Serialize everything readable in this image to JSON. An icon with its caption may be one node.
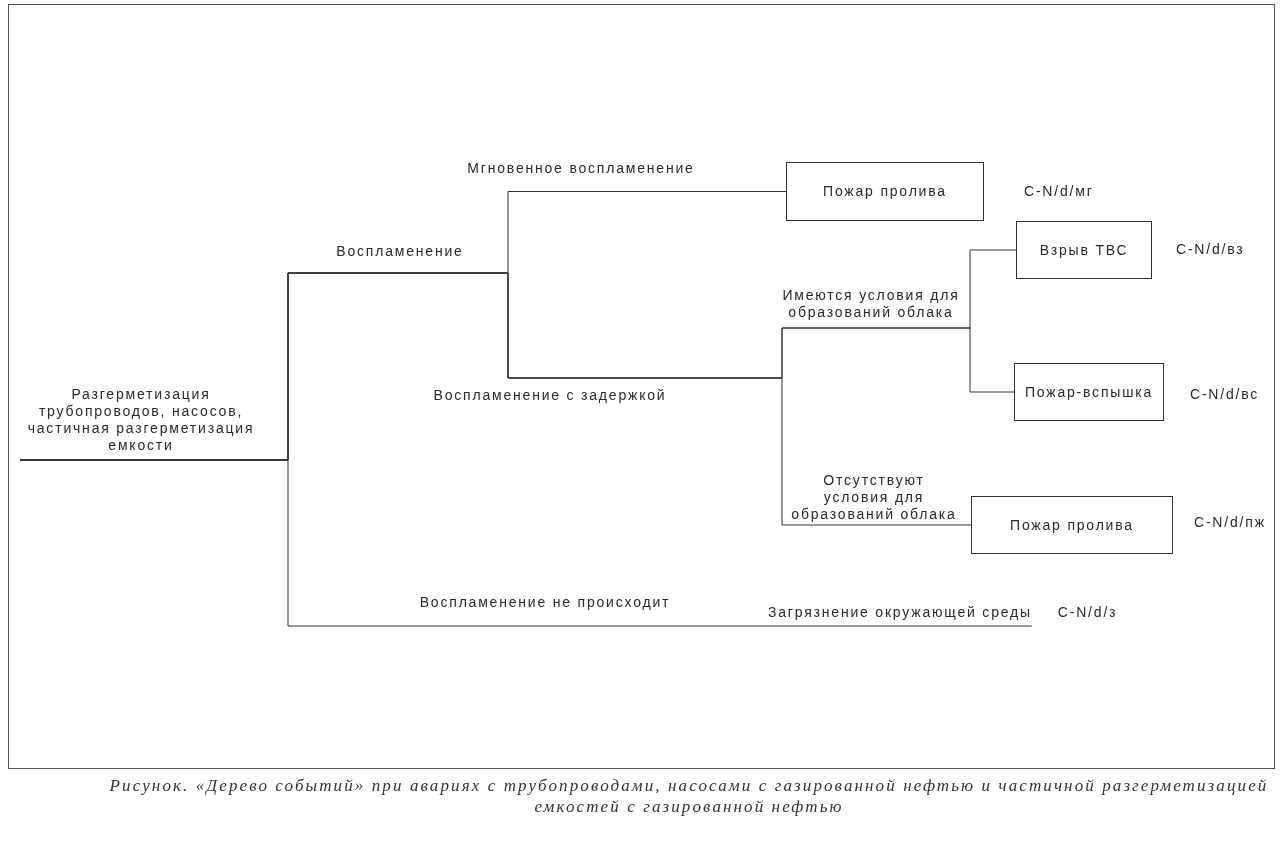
{
  "diagram": {
    "caption": "Рисунок. «Дерево событий» при авариях с трубопроводами, насосами с газированной нефтью и частичной разгерметизацией емкостей с газированной нефтью",
    "nodes": [
      {
        "text": [
          "Разгерметизация трубопроводов, насосов, частичная разгерметизация емкости"
        ]
      },
      {
        "text": [
          "Пожар пролива"
        ],
        "beside": [
          "C-N/d/мг"
        ]
      },
      {
        "text": [
          "Взрыв ТВС"
        ],
        "beside": [
          "C-N/d/вз"
        ]
      },
      {
        "text": [
          "Пожар-вспышка"
        ],
        "beside": [
          "C-N/d/вс"
        ]
      },
      {
        "text": [
          "Пожар пролива"
        ],
        "beside": [
          "C-N/d/пж"
        ]
      },
      {
        "text": [
          "Загрязнение окружающей среды"
        ],
        "beside": [
          "C-N/d/з"
        ]
      }
    ],
    "edges": [
      {
        "from": 0,
        "to": 1,
        "arrow": "none",
        "label": "Мгновенное воспламенение"
      },
      {
        "from": 0,
        "to": 2,
        "arrow": "none"
      },
      {
        "from": 0,
        "to": 3,
        "arrow": "none"
      },
      {
        "from": 0,
        "to": 4,
        "arrow": "none",
        "label": "Отсутствуют условия для образований облака"
      },
      {
        "from": 0,
        "to": 5,
        "arrow": "none",
        "label": "Воспламенение не происходит"
      }
    ],
    "labels": [
      "Воспламенение",
      "Имеются условия для образований облака",
      "Воспламенение с задержкой"
    ]
  }
}
